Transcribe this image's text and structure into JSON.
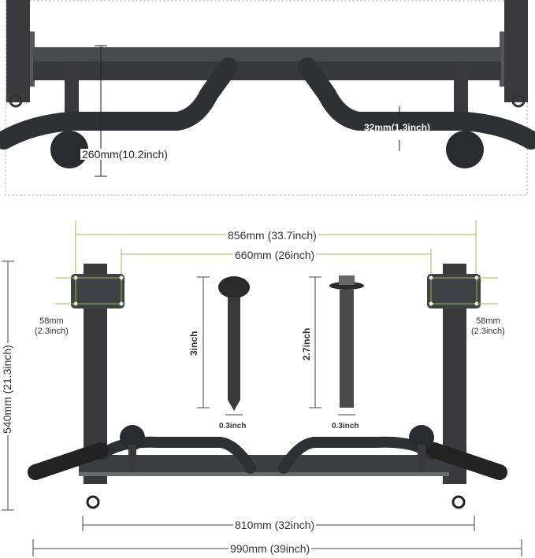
{
  "diagram": {
    "subject": "wall-mounted pull-up bar dimensions",
    "detail_view": {
      "height_label": "260mm(10.2inch)",
      "tube_diameter_label": "32mm(1.3inch)"
    },
    "front_view": {
      "outer_bolt_span_label": "856mm (33.7inch)",
      "inner_bolt_span_label": "660mm (26inch)",
      "left_plate_height_label_line1": "58mm",
      "left_plate_height_label_line2": "(2.3inch)",
      "right_plate_height_label_line1": "58mm",
      "right_plate_height_label_line2": "(2.3inch)",
      "overall_height_label": "540mm (21.3inch)",
      "frame_width_label": "810mm (32inch)",
      "overall_width_label": "990mm (39inch)"
    },
    "hardware": {
      "screw": {
        "length_label": "3inch",
        "diameter_label": "0.3inch"
      },
      "anchor_bolt": {
        "length_label": "2.7inch",
        "diameter_label": "0.3inch"
      }
    },
    "colors": {
      "steel": "#3a3a3c",
      "steel_light": "#55565a",
      "dimension_green": "#9bbb4a",
      "dimension_line": "#444444",
      "frame_border": "#bbbbbb"
    }
  }
}
